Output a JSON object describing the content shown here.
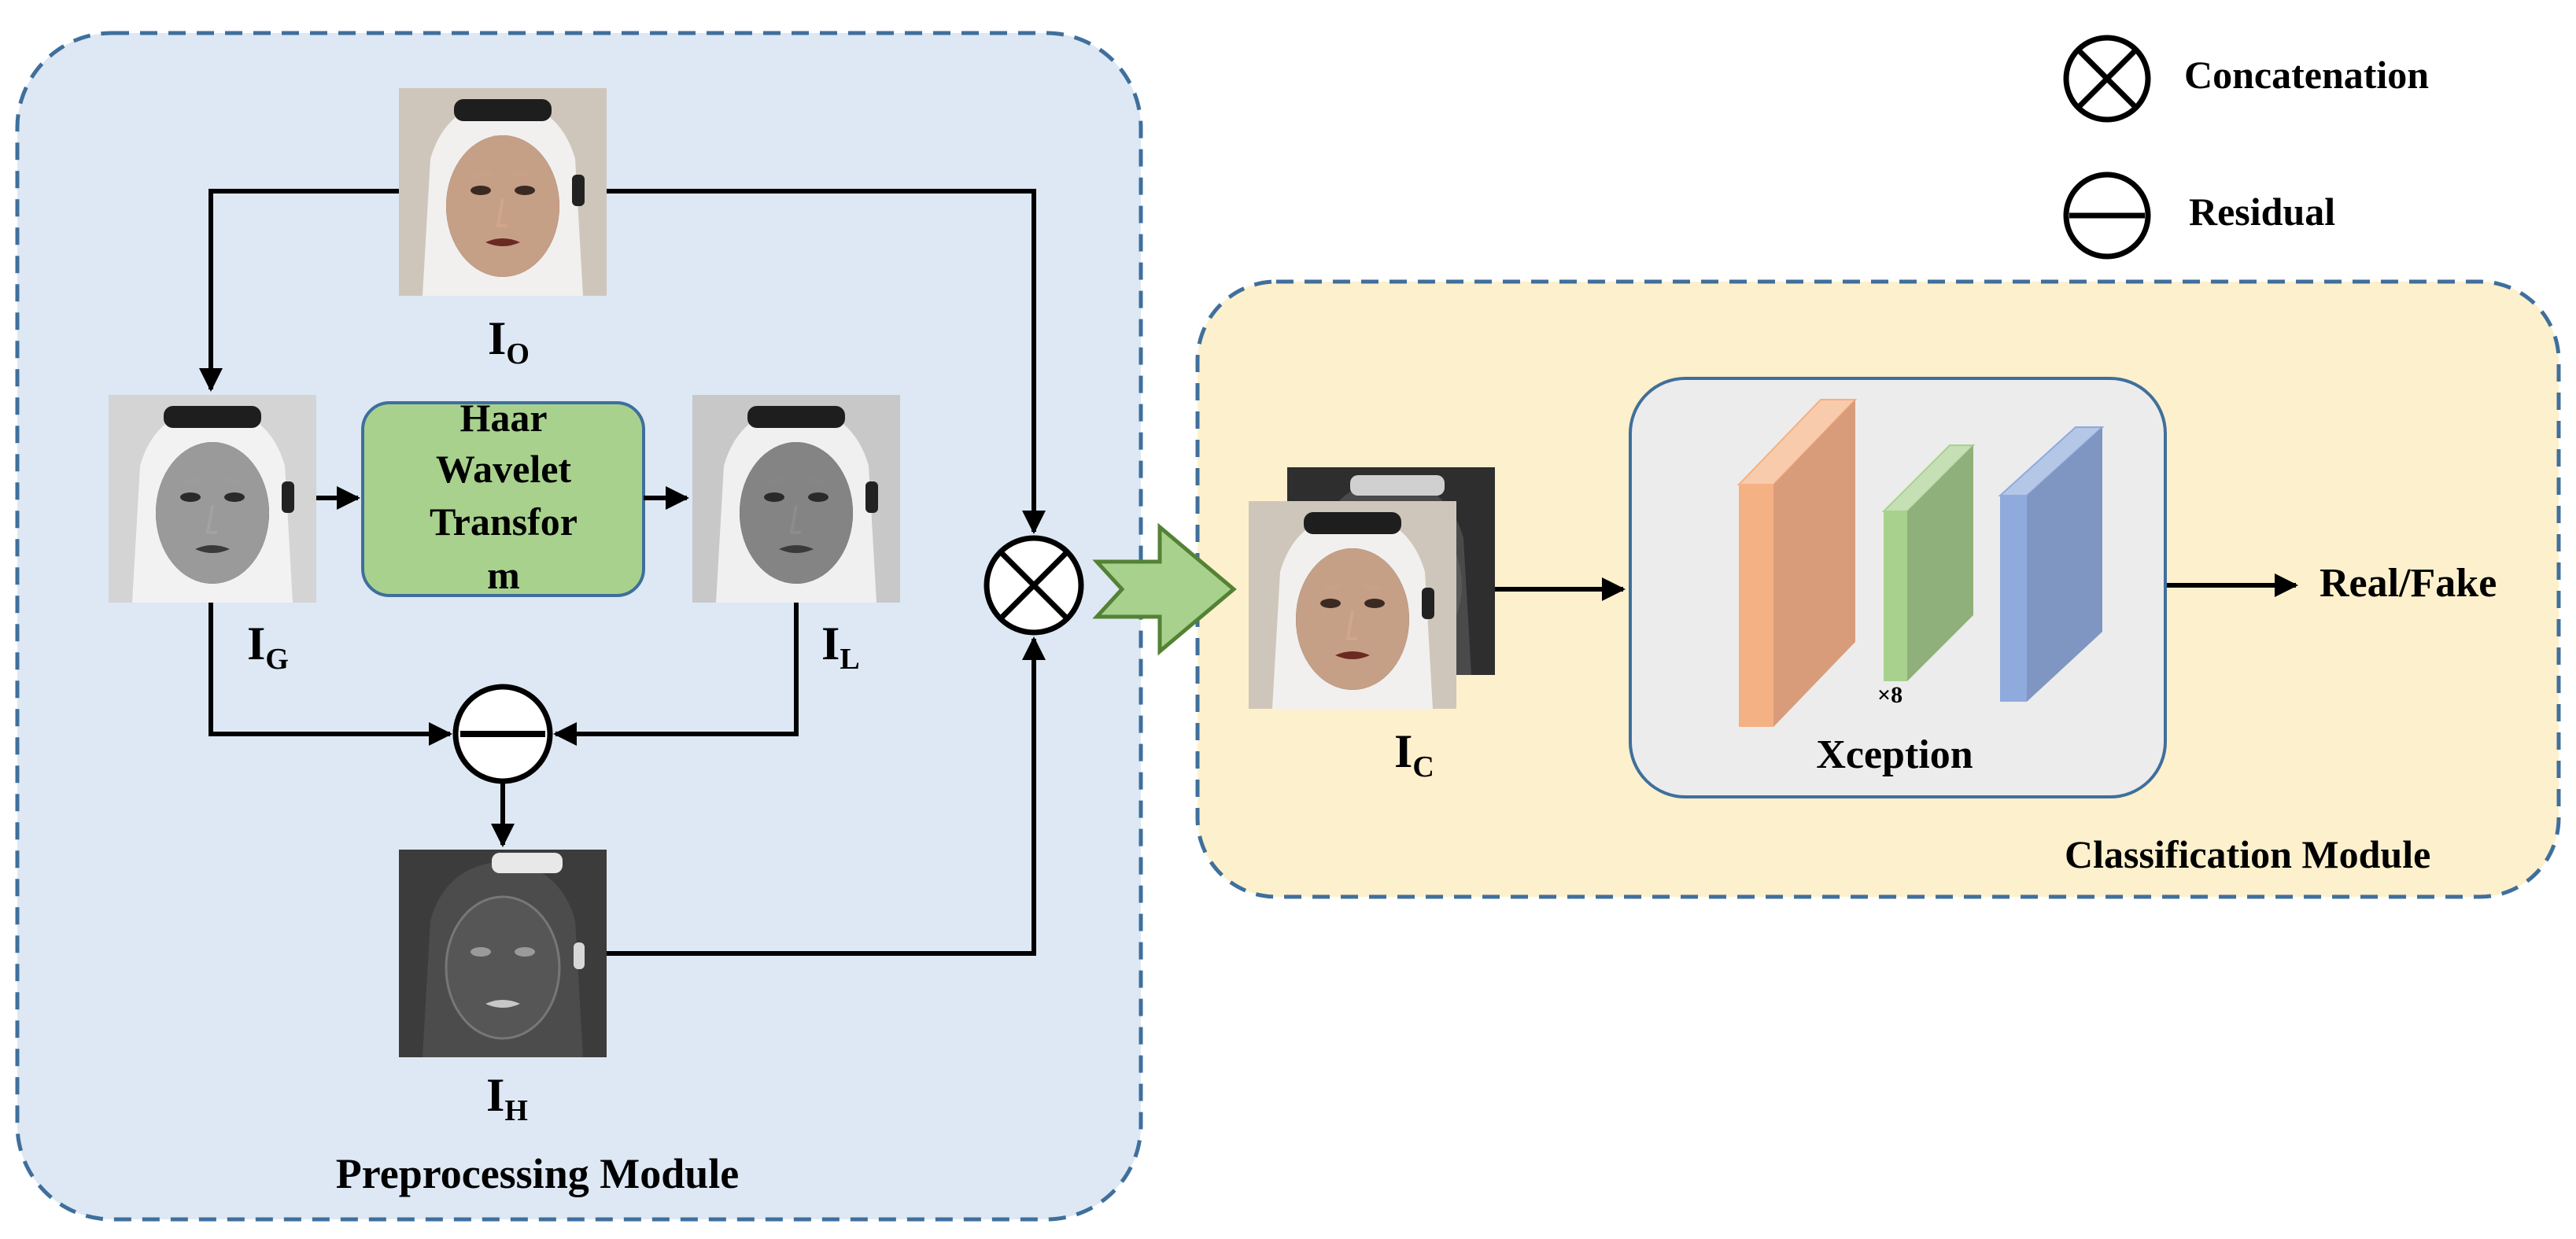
{
  "legend": {
    "concatenation_label": "Concatenation",
    "residual_label": "Residual"
  },
  "preprocessing": {
    "module_label": "Preprocessing Module",
    "haar_line1": "Haar",
    "haar_line2": "Wavelet",
    "haar_line3": "Transfor",
    "haar_line4": "m",
    "io_main": "I",
    "io_sub": "O",
    "ig_main": "I",
    "ig_sub": "G",
    "il_main": "I",
    "il_sub": "L",
    "ih_main": "I",
    "ih_sub": "H"
  },
  "classification": {
    "module_label": "Classification Module",
    "ic_main": "I",
    "ic_sub": "C",
    "xception_label": "Xception",
    "repeat_label": "×8",
    "output_label": "Real/Fake"
  },
  "colors": {
    "preprocessing_bg": "#dde8f4",
    "classification_bg": "#fdf0cc",
    "module_border": "#3f6f9c",
    "haar_fill": "#a9d18e",
    "xception_bg": "#ececec",
    "block_orange": "#f4b183",
    "block_green": "#a9d18e",
    "block_blue": "#8faadc",
    "fat_arrow": "#a9d18e"
  }
}
